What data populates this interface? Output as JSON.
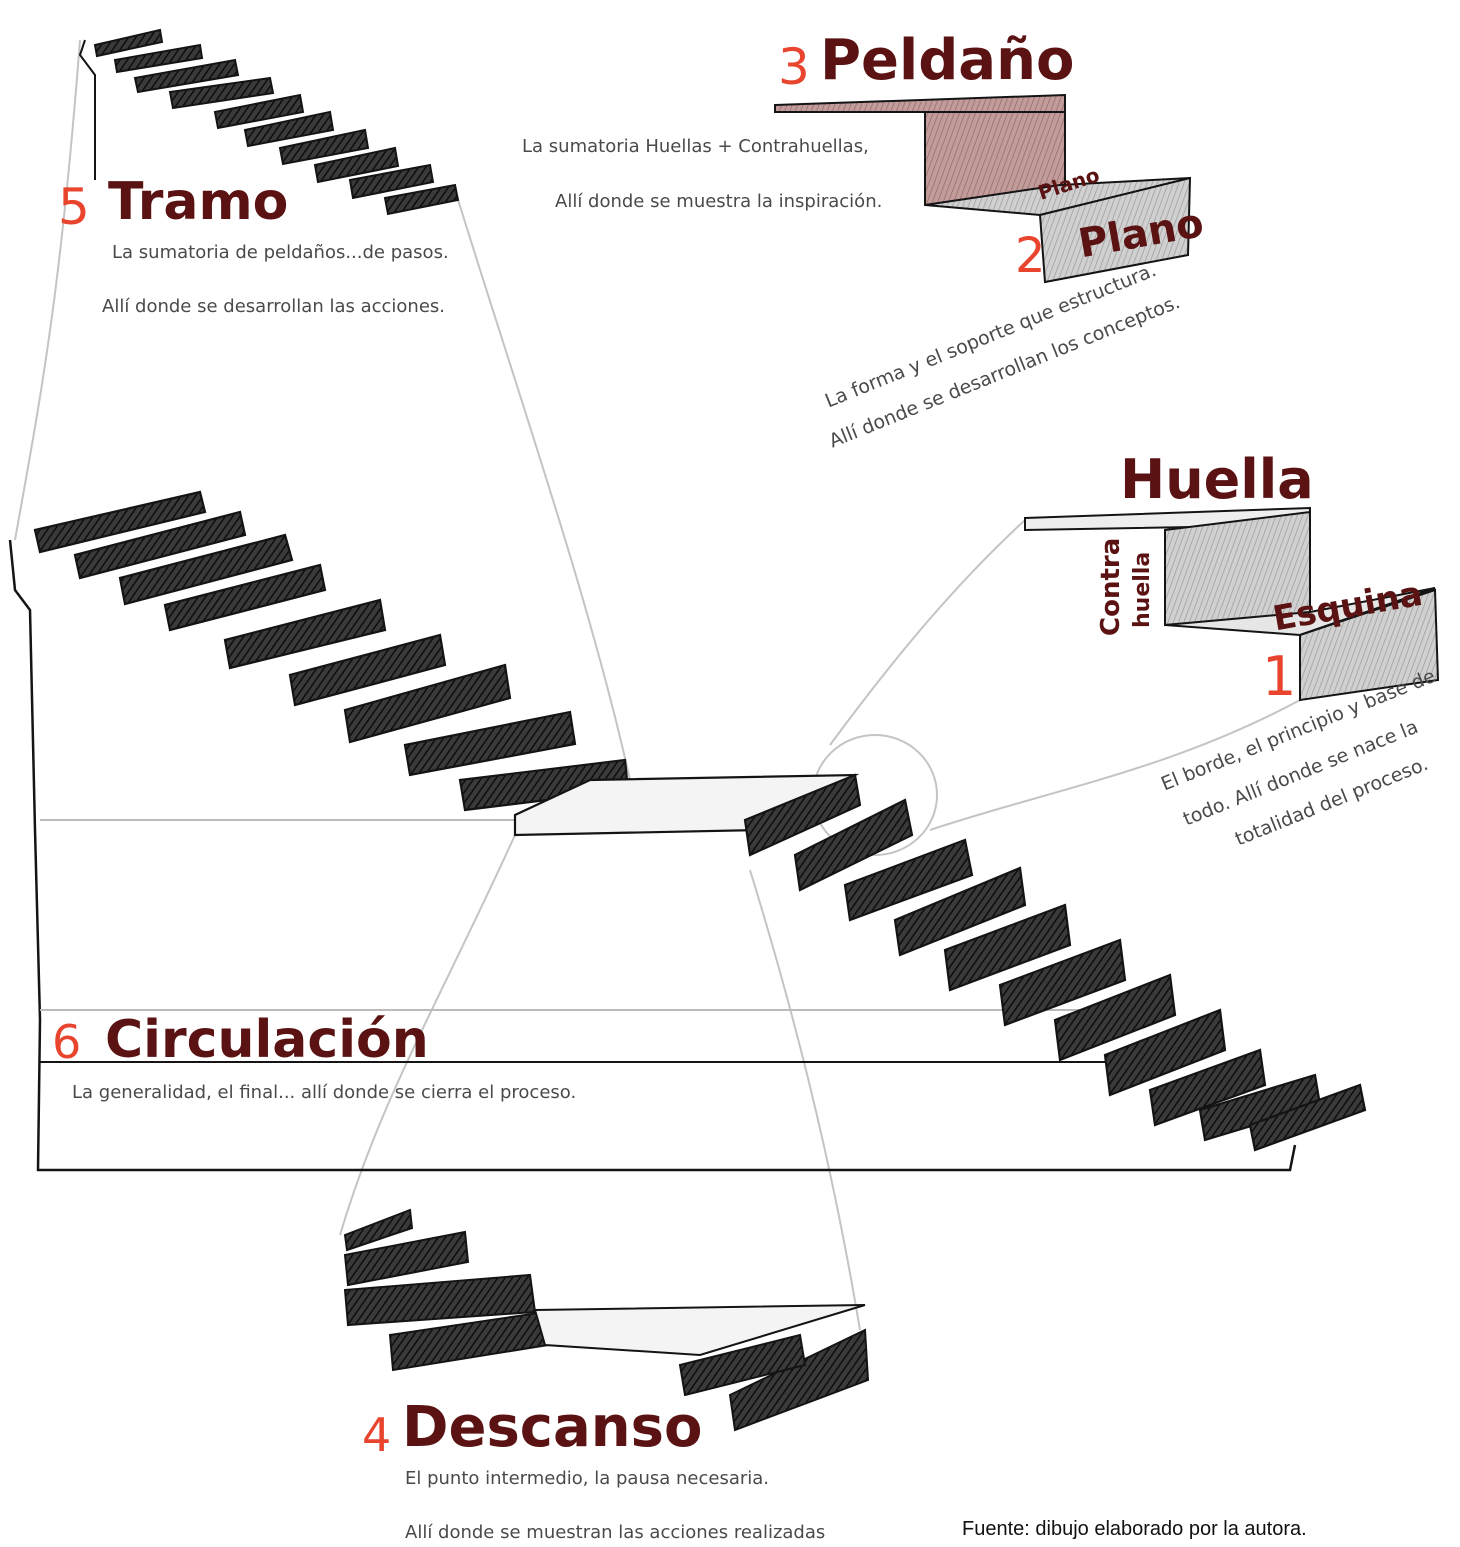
{
  "colors": {
    "number": "#e8442e",
    "title": "#5a1212",
    "text": "#4a4a4a",
    "ink": "#141414",
    "riser_dark": "#2a2a2a",
    "peldano_fill": "#b89090",
    "huella_fill": "#c8c8c8",
    "guide_line": "#bdbdbd"
  },
  "labels": {
    "tramo": {
      "num": "5",
      "title": "Tramo",
      "line1": "La sumatoria de peldaños...de pasos.",
      "line2": "Allí donde se desarrollan las acciones."
    },
    "peldano": {
      "num": "3",
      "title": "Peldaño",
      "line1": "La sumatoria Huellas + Contrahuellas,",
      "line2": "Allí donde se muestra la inspiración."
    },
    "plano": {
      "num": "2",
      "title": "Plano",
      "tag": "Plano",
      "line1": "La forma y el soporte que estructura.",
      "line2": "Allí donde se desarrollan los conceptos."
    },
    "huella": {
      "title": "Huella",
      "contra": "Contra",
      "huella_small": "huella",
      "esquina": "Esquina",
      "num": "1",
      "line1": "El borde, el principio y base de",
      "line2": "todo. Allí donde se nace la",
      "line3": "totalidad del proceso."
    },
    "circulacion": {
      "num": "6",
      "title": "Circulación",
      "line1": "La generalidad, el final... allí donde se cierra el proceso."
    },
    "descanso": {
      "num": "4",
      "title": "Descanso",
      "line1": "El punto intermedio, la pausa necesaria.",
      "line2": "Allí donde se muestran las acciones realizadas"
    }
  },
  "footer": "Fuente: dibujo elaborado por la autora."
}
